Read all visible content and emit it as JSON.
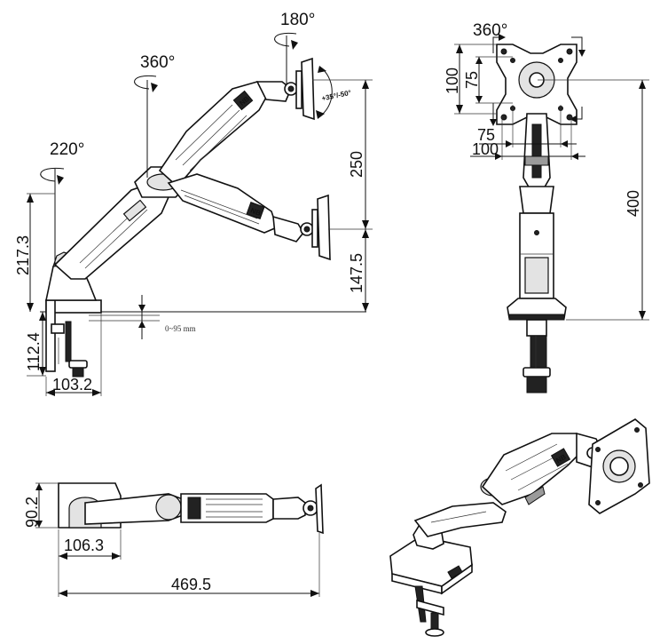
{
  "rotations": {
    "base": "220°",
    "elbow": "360°",
    "head": "180°",
    "tilt": "+35°/-50°",
    "vesa_rotate": "360°"
  },
  "side_view": {
    "clamp_height": "112.4",
    "clamp_depth": "103.2",
    "lower_arm_height": "217.3",
    "upper_range": "250",
    "lower_height": "147.5",
    "desk_thickness": "0~95 mm"
  },
  "front_view": {
    "vesa_outer_v": "100",
    "vesa_inner_v": "75",
    "vesa_inner_h": "75",
    "vesa_outer_h": "100",
    "total_height": "400"
  },
  "top_view": {
    "base_width": "90.2",
    "base_to_pole": "106.3",
    "total_reach": "469.5"
  },
  "colors": {
    "line": "#111111",
    "body": "#ffffff",
    "accent_dark": "#222222",
    "accent_mid": "#9a9a9a"
  }
}
